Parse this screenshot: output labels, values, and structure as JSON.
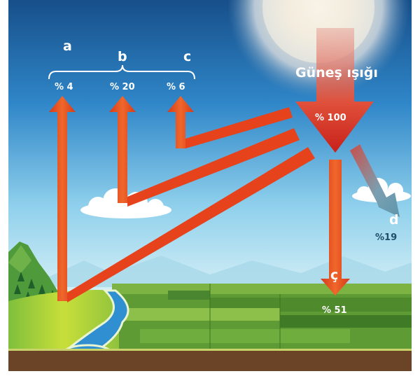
{
  "diagram": {
    "sun_label": "Güneş ışığı",
    "incoming": "% 100",
    "reflected_group": [
      {
        "letter": "a",
        "value": "% 4"
      },
      {
        "letter": "b",
        "value": "% 20"
      },
      {
        "letter": "c",
        "value": "% 6"
      }
    ],
    "absorbed_atmosphere": {
      "letter": "d",
      "value": "%19"
    },
    "absorbed_ground": {
      "letter": "ç",
      "value": "% 51"
    }
  },
  "colors": {
    "arrow": "#e8431c",
    "sky_top": "#1a5f9c",
    "field": "#6aa33c",
    "soil": "#6b4326"
  }
}
